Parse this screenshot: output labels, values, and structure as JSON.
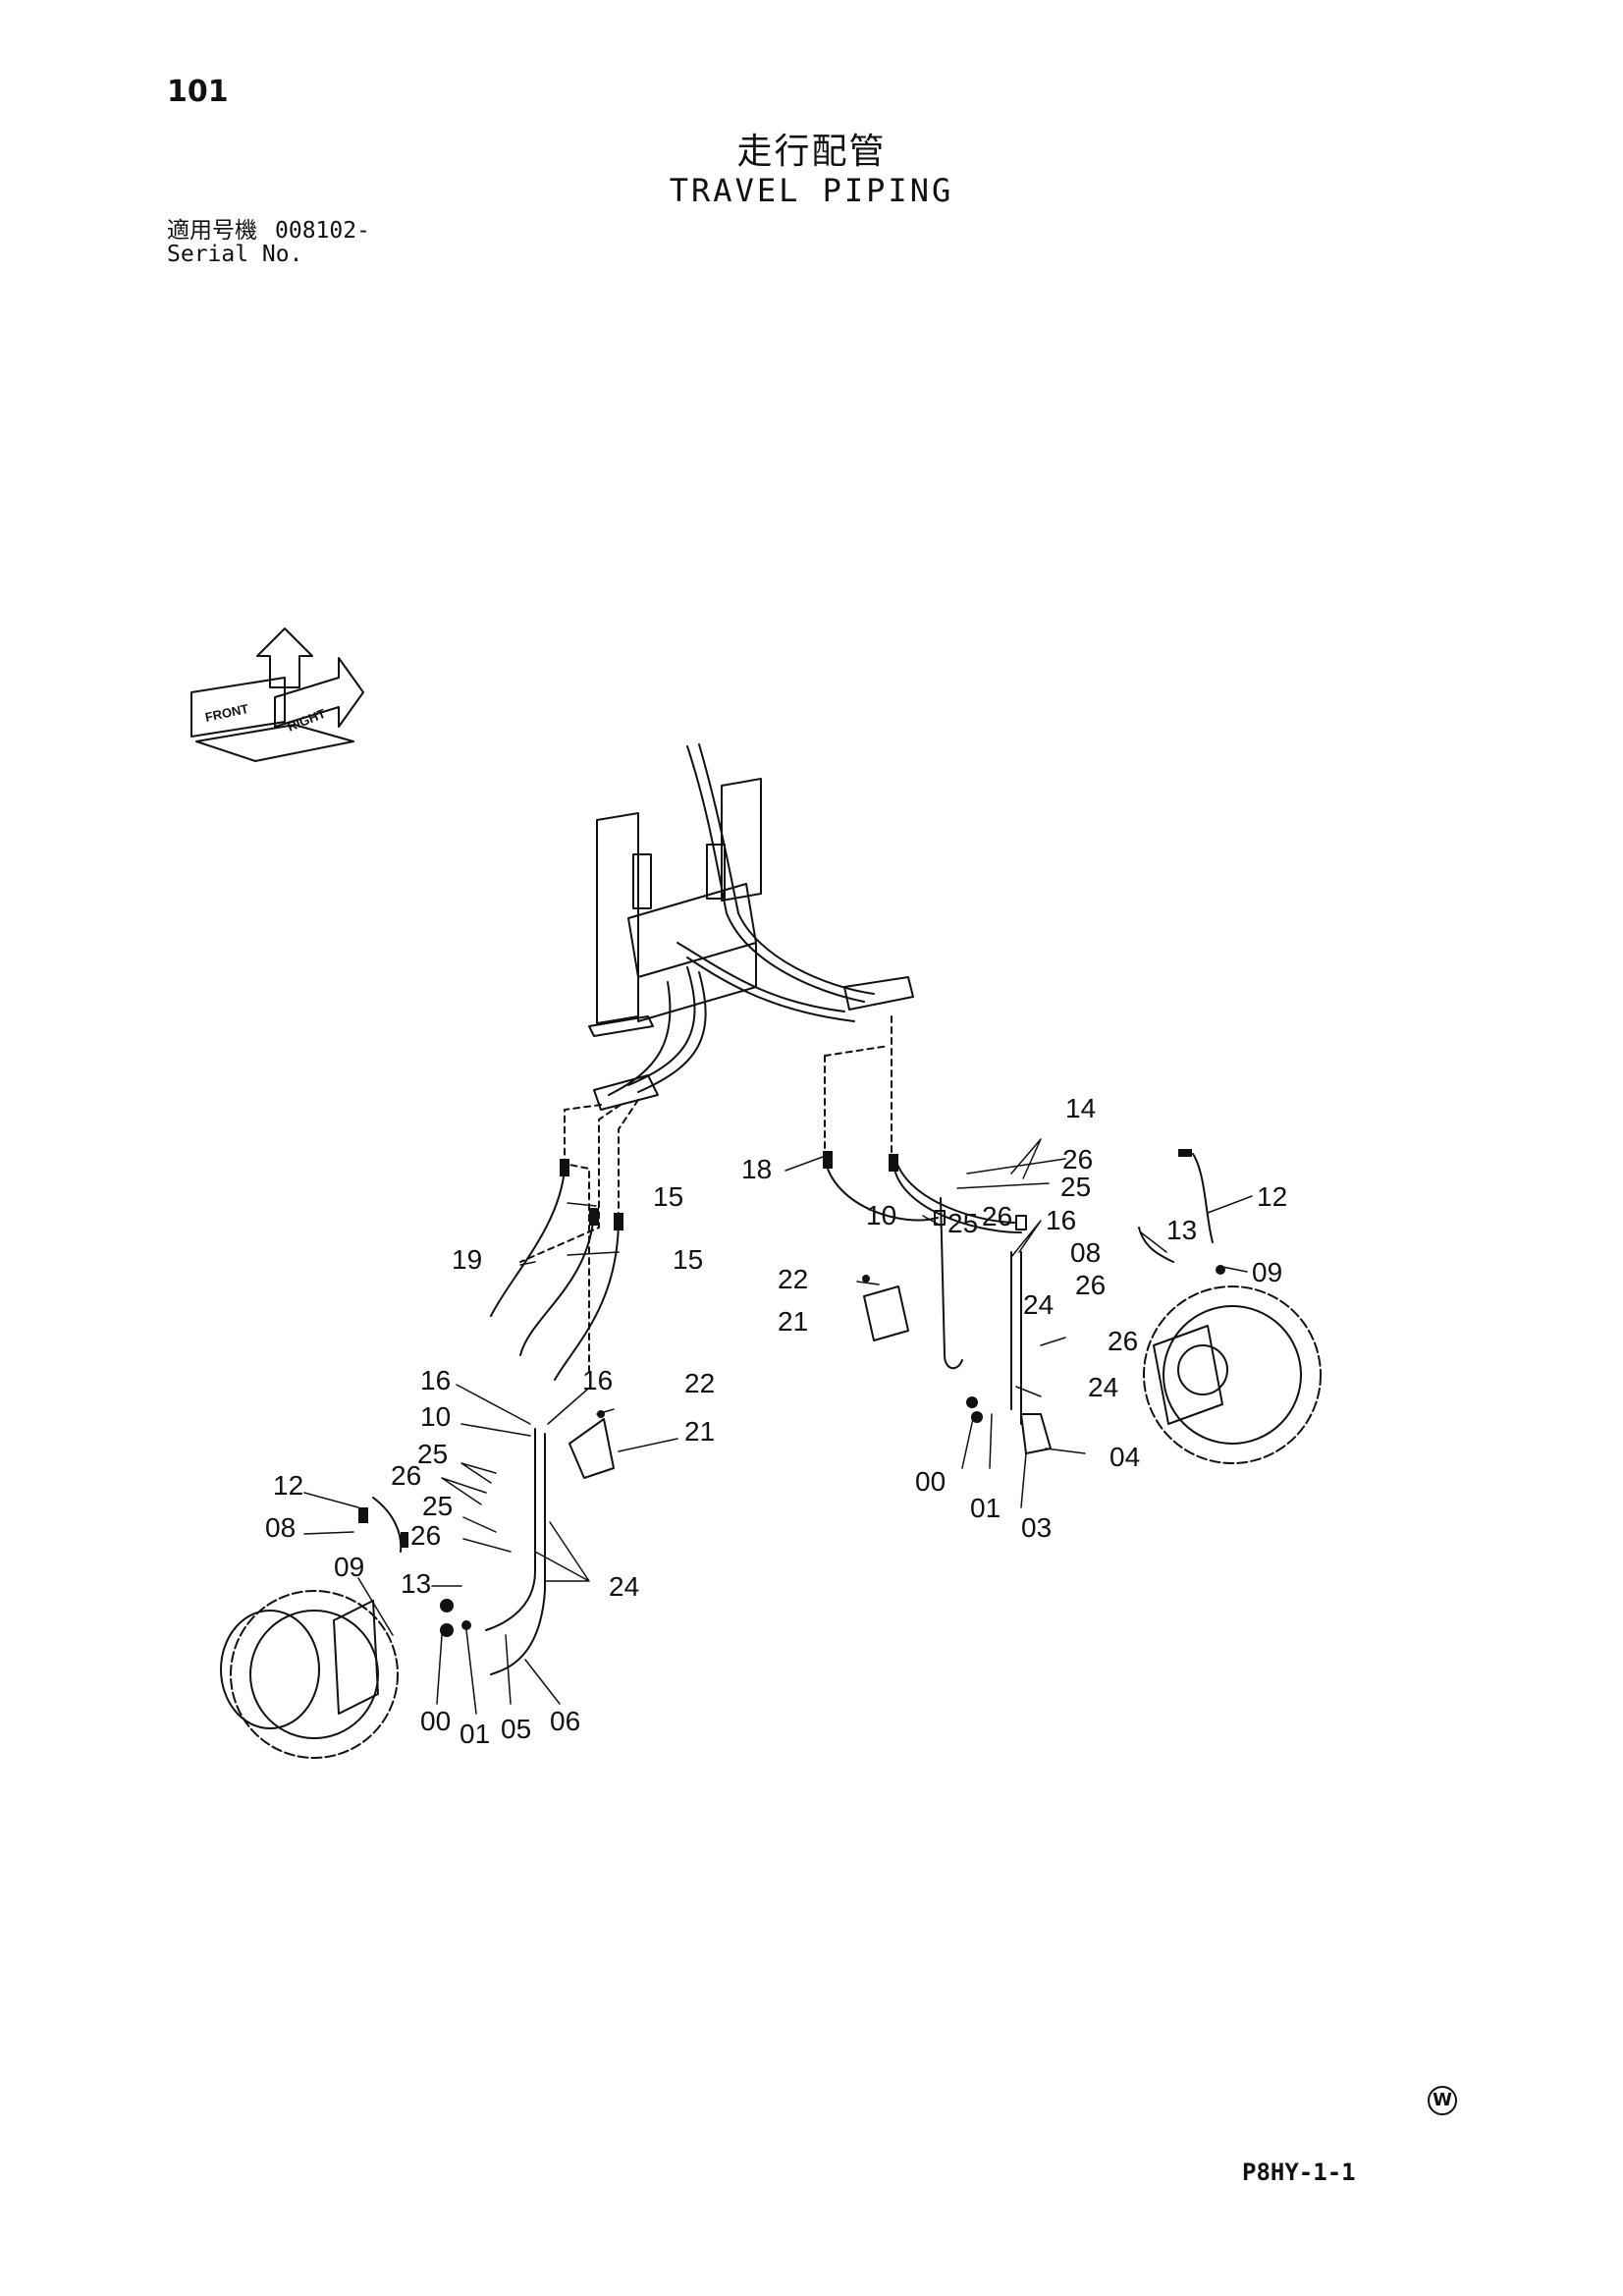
{
  "page_number": "101",
  "title_ja": "走行配管",
  "title_en": "TRAVEL PIPING",
  "serial_label_ja": "適用号機",
  "serial_value": "008102-",
  "serial_label_en": "Serial No.",
  "direction_icon": {
    "labels": [
      "FRONT",
      "RIGHT"
    ]
  },
  "diagram_labels": [
    {
      "id": "lbl-14",
      "text": "14"
    },
    {
      "id": "lbl-26-a",
      "text": "26"
    },
    {
      "id": "lbl-18",
      "text": "18"
    },
    {
      "id": "lbl-25-a",
      "text": "25"
    },
    {
      "id": "lbl-12-r",
      "text": "12"
    },
    {
      "id": "lbl-10-r",
      "text": "10"
    },
    {
      "id": "lbl-25-b",
      "text": "25"
    },
    {
      "id": "lbl-26-b",
      "text": "26"
    },
    {
      "id": "lbl-16-r",
      "text": "16"
    },
    {
      "id": "lbl-13-r",
      "text": "13"
    },
    {
      "id": "lbl-08-r",
      "text": "08"
    },
    {
      "id": "lbl-09-r",
      "text": "09"
    },
    {
      "id": "lbl-22-r",
      "text": "22"
    },
    {
      "id": "lbl-26-c",
      "text": "26"
    },
    {
      "id": "lbl-24-a",
      "text": "24"
    },
    {
      "id": "lbl-21-r",
      "text": "21"
    },
    {
      "id": "lbl-26-d",
      "text": "26"
    },
    {
      "id": "lbl-24-b",
      "text": "24"
    },
    {
      "id": "lbl-04",
      "text": "04"
    },
    {
      "id": "lbl-00-r",
      "text": "00"
    },
    {
      "id": "lbl-01-r",
      "text": "01"
    },
    {
      "id": "lbl-03",
      "text": "03"
    },
    {
      "id": "lbl-15-a",
      "text": "15"
    },
    {
      "id": "lbl-19",
      "text": "19"
    },
    {
      "id": "lbl-15-b",
      "text": "15"
    },
    {
      "id": "lbl-16-la",
      "text": "16"
    },
    {
      "id": "lbl-16-lb",
      "text": "16"
    },
    {
      "id": "lbl-22-l",
      "text": "22"
    },
    {
      "id": "lbl-10-l",
      "text": "10"
    },
    {
      "id": "lbl-21-l",
      "text": "21"
    },
    {
      "id": "lbl-25-c",
      "text": "25"
    },
    {
      "id": "lbl-26-e",
      "text": "26"
    },
    {
      "id": "lbl-12-l",
      "text": "12"
    },
    {
      "id": "lbl-25-d",
      "text": "25"
    },
    {
      "id": "lbl-08-l",
      "text": "08"
    },
    {
      "id": "lbl-26-f",
      "text": "26"
    },
    {
      "id": "lbl-24-c",
      "text": "24"
    },
    {
      "id": "lbl-09-l",
      "text": "09"
    },
    {
      "id": "lbl-13-l",
      "text": "13"
    },
    {
      "id": "lbl-00-l",
      "text": "00"
    },
    {
      "id": "lbl-01-l",
      "text": "01"
    },
    {
      "id": "lbl-05",
      "text": "05"
    },
    {
      "id": "lbl-06",
      "text": "06"
    }
  ],
  "mark_symbol": "W",
  "drawing_code": "P8HY-1-1"
}
